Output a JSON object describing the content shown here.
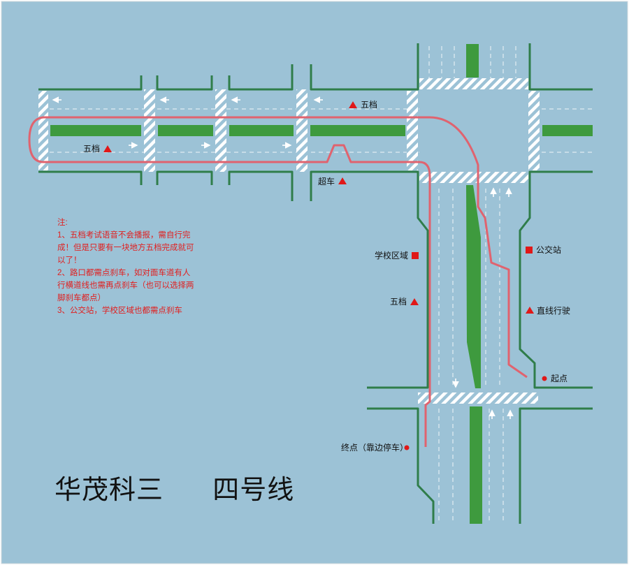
{
  "colors": {
    "background": "#9cc2d6",
    "curb": "#2f7d4a",
    "median": "#3e9a3e",
    "route": "#e0636f",
    "marker": "#e01818",
    "yellow_line": "#e6b84a"
  },
  "markers": {
    "fifth_gear_top": {
      "label": "五档",
      "shape": "triangle"
    },
    "fifth_gear_left": {
      "label": "五档",
      "shape": "triangle"
    },
    "overtake": {
      "label": "超车",
      "shape": "triangle"
    },
    "school_zone": {
      "label": "学校区域",
      "shape": "square"
    },
    "fifth_gear_mid": {
      "label": "五档",
      "shape": "triangle"
    },
    "bus_stop": {
      "label": "公交站",
      "shape": "square"
    },
    "straight_drive": {
      "label": "直线行驶",
      "shape": "triangle"
    },
    "start": {
      "label": "起点",
      "shape": "dot"
    },
    "end": {
      "label": "终点（靠边停车）",
      "shape": "dot"
    }
  },
  "notes": {
    "heading": "注:",
    "item1": "1、五档考试语音不会播报，需自行完成！但是只要有一块地方五档完成就可以了！",
    "item2": "2、路口都需点刹车，如对面车道有人行横道线也需再点刹车（也可以选择两脚刹车都点）",
    "item3": "3、公交站，学校区域也都需点刹车"
  },
  "title": {
    "left": "华茂科三",
    "right": "四号线"
  }
}
